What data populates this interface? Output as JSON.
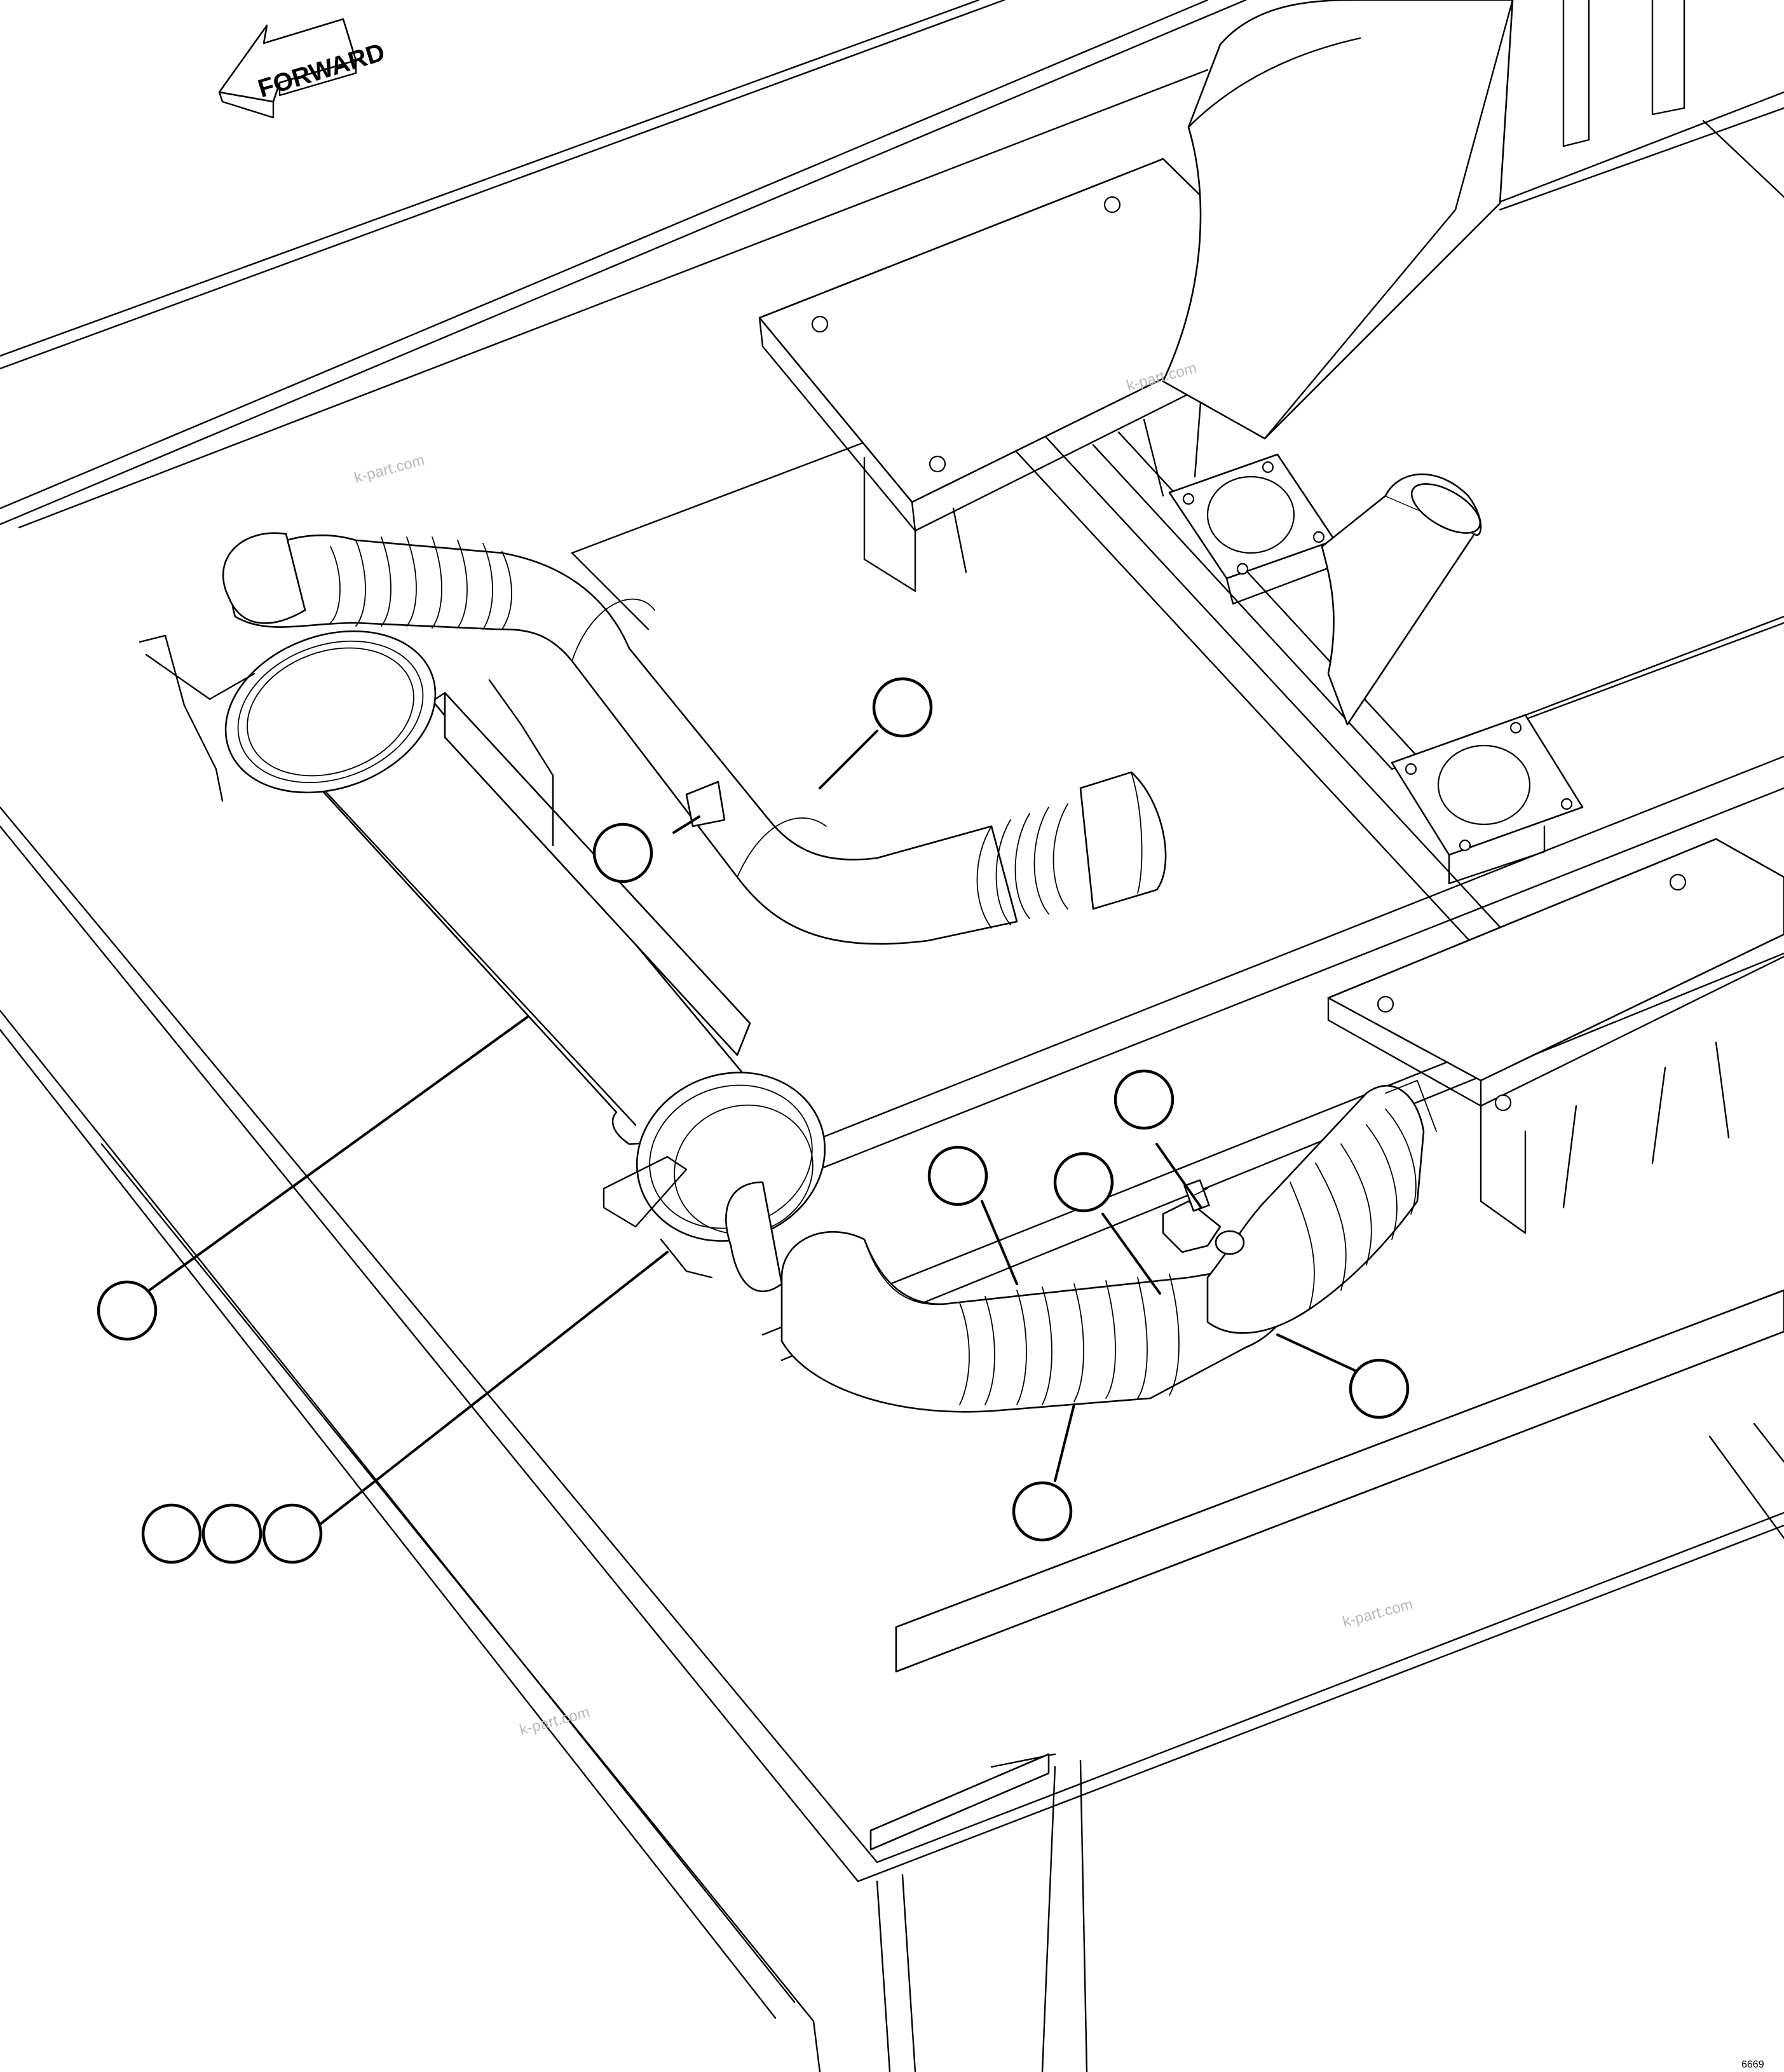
{
  "direction_arrow": {
    "label": "FORWARD"
  },
  "watermarks": [
    "k-part.com",
    "k-part.com",
    "k-part.com",
    "k-part.com"
  ],
  "drawing_code": "6669",
  "callouts": [
    {
      "id": "callout-hose-upper",
      "label": ""
    },
    {
      "id": "callout-clamp-upper",
      "label": ""
    },
    {
      "id": "callout-muffler",
      "label": ""
    },
    {
      "id": "callout-bracket-a",
      "label": ""
    },
    {
      "id": "callout-bracket-b",
      "label": ""
    },
    {
      "id": "callout-bracket-c",
      "label": ""
    },
    {
      "id": "callout-bellows-left",
      "label": ""
    },
    {
      "id": "callout-bellows-right",
      "label": ""
    },
    {
      "id": "callout-sensor",
      "label": ""
    },
    {
      "id": "callout-elbow-right",
      "label": ""
    },
    {
      "id": "callout-bellows-lower",
      "label": ""
    }
  ]
}
